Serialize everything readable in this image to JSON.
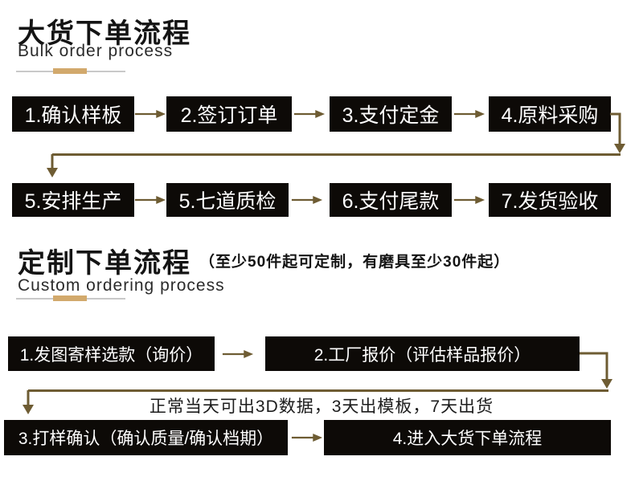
{
  "colors": {
    "box_bg": "#0d0a07",
    "box_text": "#ffffff",
    "arrow": "#6e5c33",
    "accent_gold": "#d2a96c",
    "underline_gray": "#c9c9c9",
    "title_color": "#141414",
    "page_bg": "#ffffff"
  },
  "section1": {
    "title": "大货下单流程",
    "subtitle_en": "Bulk order process",
    "row1": [
      "1.确认样板",
      "2.签订订单",
      "3.支付定金",
      "4.原料采购"
    ],
    "row2": [
      "5.安排生产",
      "5.七道质检",
      "6.支付尾款",
      "7.发货验收"
    ]
  },
  "section2": {
    "title": "定制下单流程",
    "title_note": "（至少50件起可定制，有磨具至少30件起）",
    "subtitle_en": "Custom ordering process",
    "row1": [
      "1.发图寄样选款（询价）",
      "2.工厂报价（评估样品报价）"
    ],
    "note": "正常当天可出3D数据，3天出模板，7天出货",
    "row2": [
      "3.打样确认（确认质量/确认档期）",
      "4.进入大货下单流程"
    ]
  }
}
